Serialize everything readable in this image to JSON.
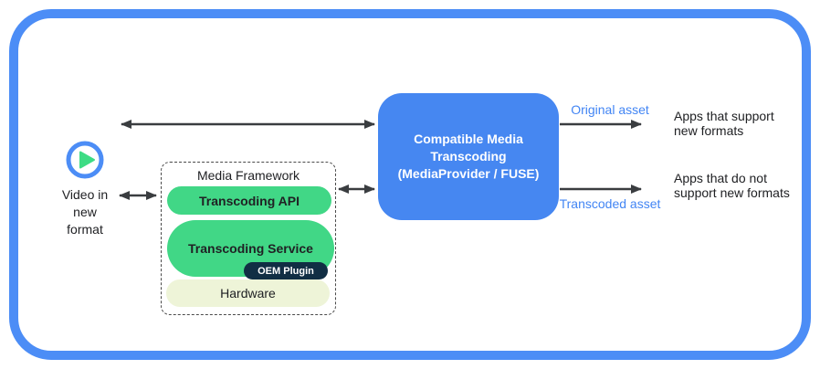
{
  "frame": {
    "border_color": "#4c8df6"
  },
  "source": {
    "icon": "play-icon",
    "label": "Video in\nnew\nformat"
  },
  "media_framework": {
    "title": "Media Framework",
    "layers": [
      {
        "label": "Transcoding API",
        "color": "#41d786"
      },
      {
        "label": "Transcoding Service",
        "color": "#41d786",
        "plugin": "OEM Plugin",
        "plugin_color": "#112e44"
      },
      {
        "label": "Hardware",
        "color": "#eef4d8"
      }
    ]
  },
  "transcoder": {
    "title": "Compatible Media\nTranscoding\n(MediaProvider / FUSE)",
    "color": "#4687f1"
  },
  "flows": {
    "original_asset": "Original asset",
    "transcoded_asset": "Transcoded asset",
    "label_color": "#4285f4",
    "arrow_color": "#3a3d40"
  },
  "consumers": {
    "supported": "Apps that support\nnew formats",
    "unsupported": "Apps that do not\nsupport new formats"
  }
}
